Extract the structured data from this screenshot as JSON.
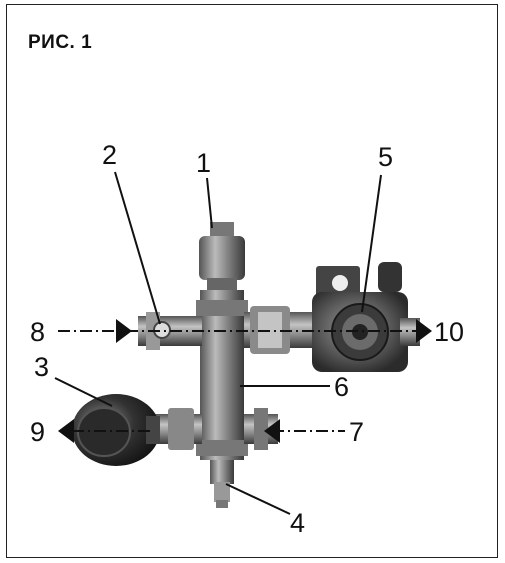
{
  "figure_title": "РИС. 1",
  "callouts": [
    "1",
    "2",
    "3",
    "4",
    "5",
    "6",
    "7",
    "8",
    "9",
    "10"
  ]
}
